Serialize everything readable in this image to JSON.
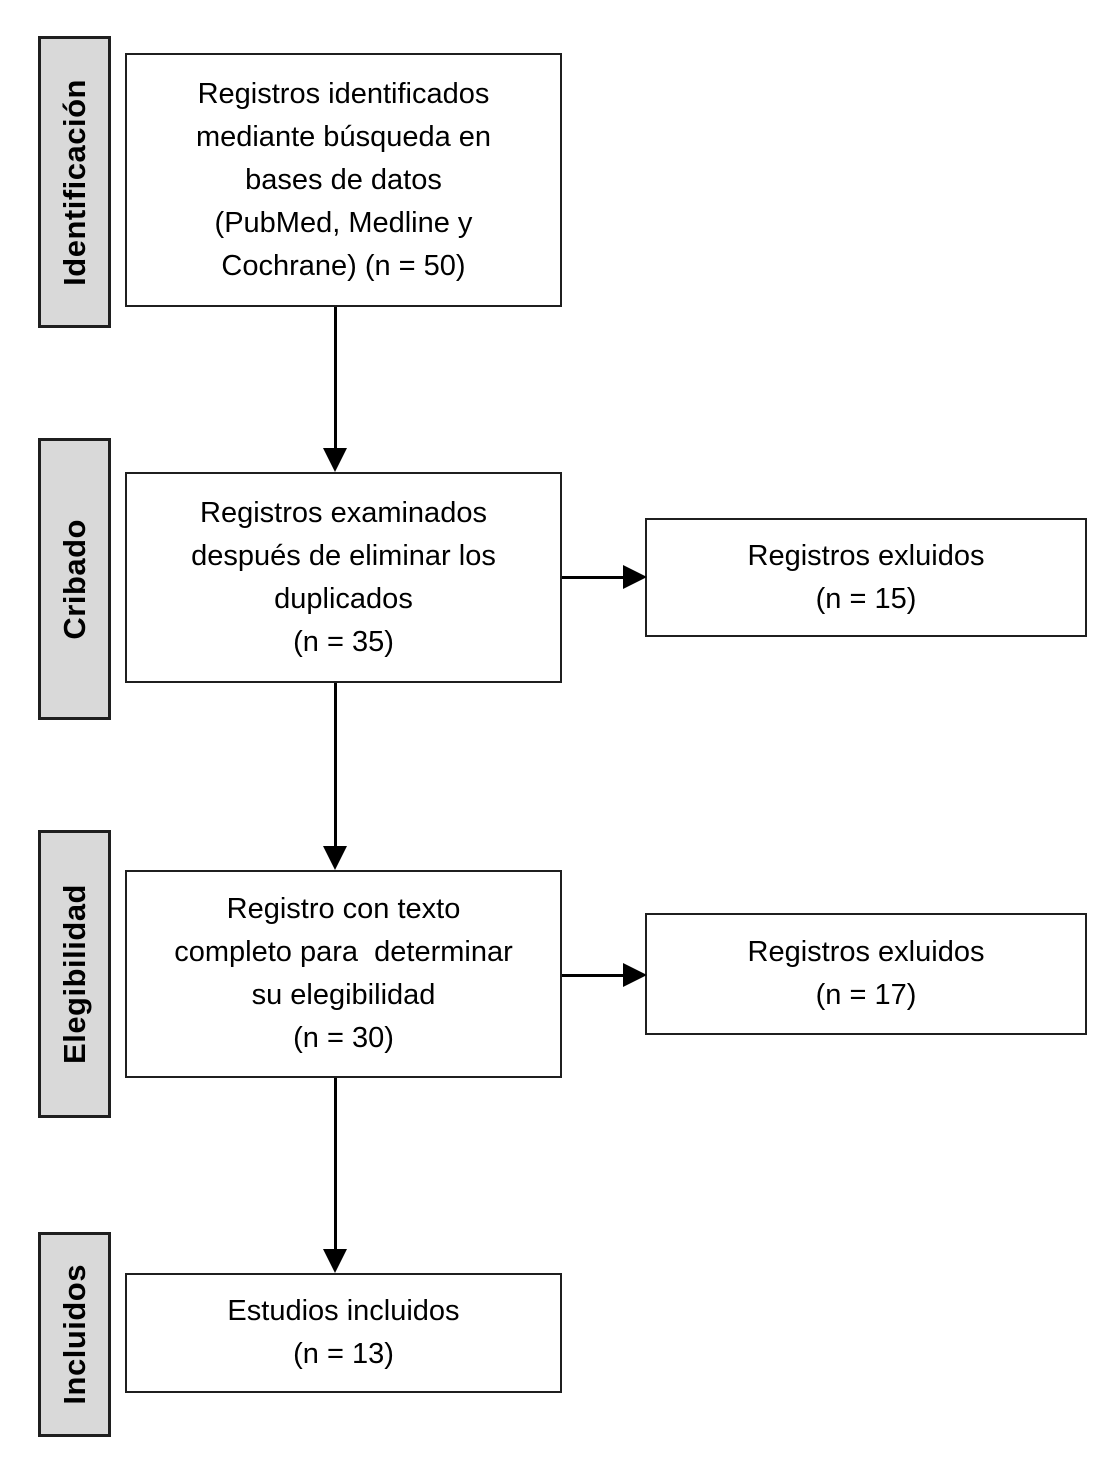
{
  "diagram": {
    "stages": [
      {
        "label": "Identificación"
      },
      {
        "label": "Cribado"
      },
      {
        "label": "Elegibilidad"
      },
      {
        "label": "Incluidos"
      }
    ],
    "flow_boxes": [
      {
        "text": "Registros identificados\nmediante búsqueda en\nbases de datos\n(PubMed, Medline y\nCochrane) (n = 50)",
        "n": 50
      },
      {
        "text": "Registros examinados\ndespués de eliminar los\nduplicados\n(n = 35)",
        "n": 35
      },
      {
        "text": "Registro con texto\ncompleto para  determinar\nsu elegibilidad\n(n = 30)",
        "n": 30
      },
      {
        "text": "Estudios incluidos\n(n = 13)",
        "n": 13
      }
    ],
    "excluded_boxes": [
      {
        "text": "Registros exluidos\n(n = 15)",
        "n": 15
      },
      {
        "text": "Registros exluidos\n(n = 17)",
        "n": 17
      }
    ]
  },
  "colors": {
    "stage-fill": "#d9d9d9",
    "border": "#1f1f1f",
    "arrow": "#000000",
    "text": "#000000",
    "background": "#ffffff"
  }
}
